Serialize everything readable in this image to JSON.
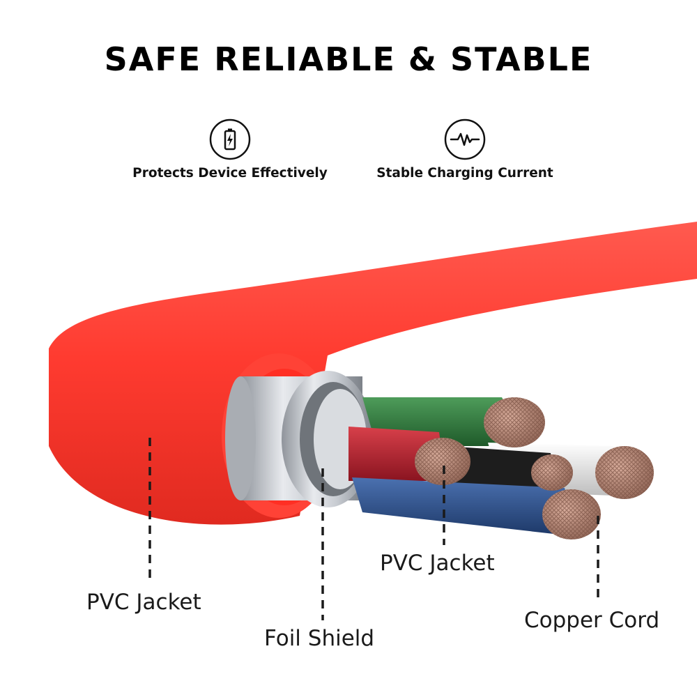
{
  "headline": "SAFE RELIABLE & STABLE",
  "features": [
    {
      "icon": "battery-bolt-icon",
      "label": "Protects Device Effectively"
    },
    {
      "icon": "waveform-icon",
      "label": "Stable Charging Current"
    }
  ],
  "callouts": {
    "pvc_outer": "PVC Jacket",
    "foil_shield": "Foil Shield",
    "pvc_inner": "PVC Jacket",
    "copper_cord": "Copper Cord"
  },
  "colors": {
    "jacket": "#ff3b30",
    "foil": "#b8bcc2",
    "wire_green": "#2f7a3c",
    "wire_red": "#b3202c",
    "wire_blue": "#2c4f8c",
    "wire_black": "#1d1d1d",
    "wire_white": "#e6e6e6",
    "copper": "#b88a7a"
  }
}
